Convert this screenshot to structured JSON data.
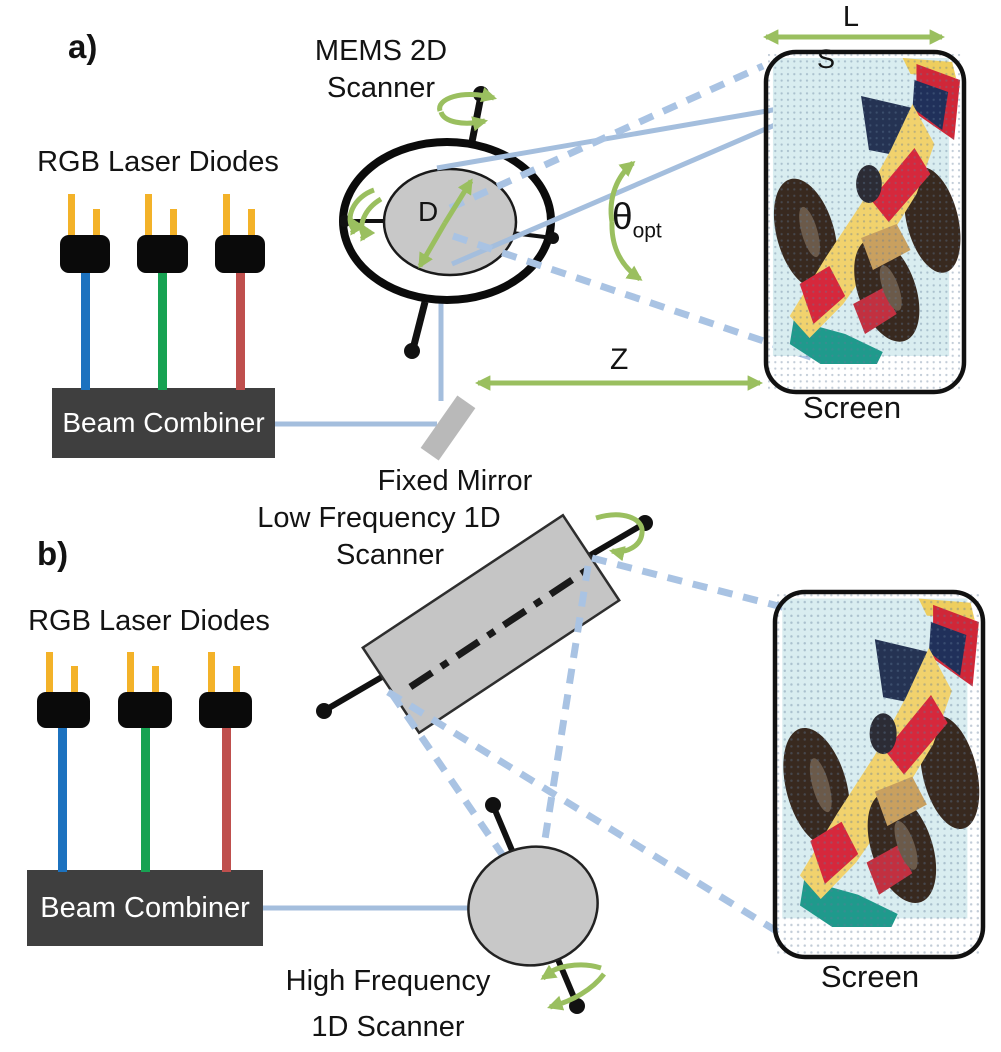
{
  "panel_a": {
    "label": "a)",
    "rgb_label": "RGB Laser Diodes",
    "combiner_label": "Beam Combiner",
    "scanner_line1": "MEMS 2D",
    "scanner_line2": "Scanner",
    "fixed_mirror_label": "Fixed Mirror",
    "screen_label": "Screen",
    "dims": {
      "L": "L",
      "S": "S",
      "D": "D",
      "Z": "Z",
      "theta": "θ",
      "theta_sub": "opt"
    }
  },
  "panel_b": {
    "label": "b)",
    "rgb_label": "RGB Laser Diodes",
    "combiner_label": "Beam Combiner",
    "low_freq_line1": "Low Frequency 1D",
    "low_freq_line2": "Scanner",
    "high_freq_line1": "High Frequency",
    "high_freq_line2": "1D Scanner",
    "screen_label": "Screen"
  },
  "colors": {
    "beam_blue": "#a4bedd",
    "dashed_blue": "#a9c3e3",
    "arrow_green": "#9abf5f",
    "laser_leg_blue": "#1c72bf",
    "laser_leg_green": "#17a252",
    "laser_leg_red": "#bf4f4d",
    "pin_yellow": "#f3b229",
    "combiner_gray": "#3f3f3f",
    "mirror_gray": "#c8c8c8",
    "fixed_mirror_gray": "#b9b9b9"
  }
}
